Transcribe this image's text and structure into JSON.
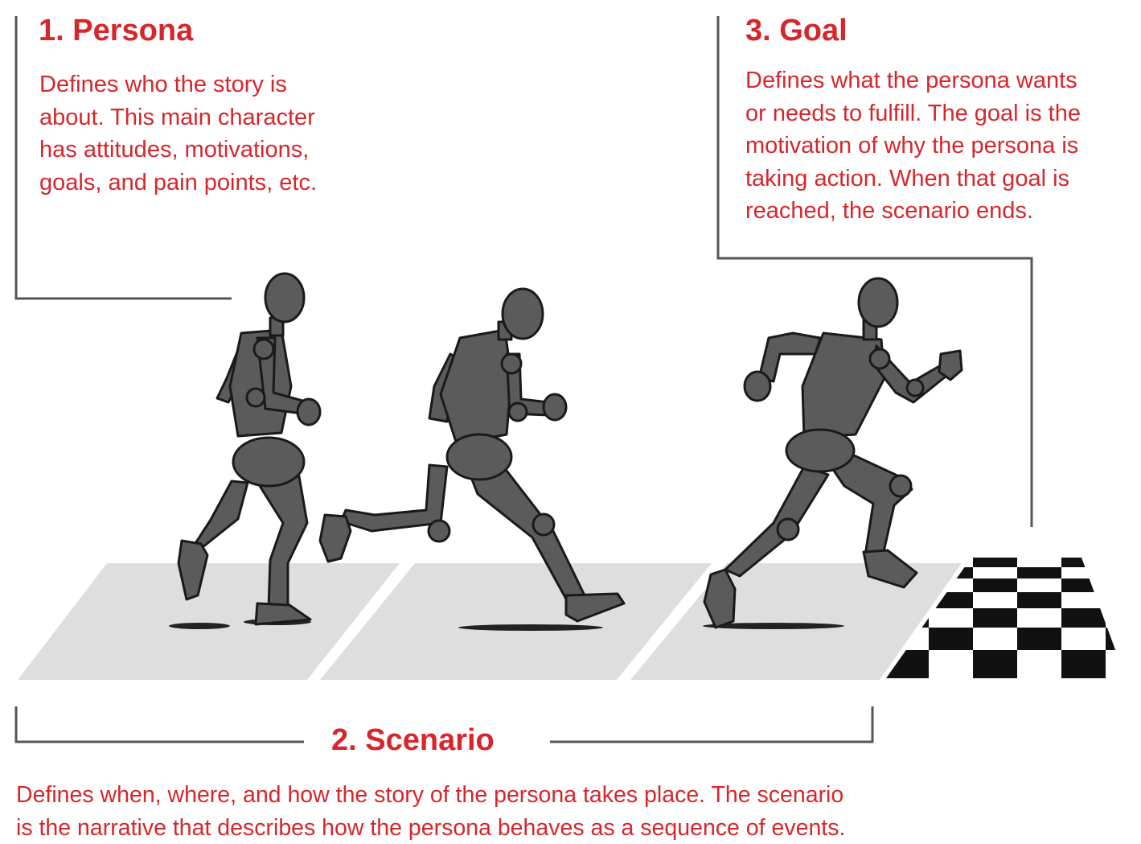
{
  "persona": {
    "heading": "1. Persona",
    "desc_lines": [
      "Defines who the story is",
      "about. This main character",
      "has attitudes, motivations,",
      "goals, and pain points, etc."
    ]
  },
  "goal": {
    "heading": "3. Goal",
    "desc_lines": [
      "Defines what the persona wants",
      "or needs to fulfill. The goal is the",
      "motivation of why the persona is",
      "taking action. When that goal is",
      "reached, the scenario ends."
    ]
  },
  "scenario": {
    "heading": "2. Scenario",
    "desc_lines": [
      "Defines when, where, and how the story of the persona takes place. The scenario",
      "is the narrative that describes how the persona behaves as a sequence of events."
    ]
  },
  "colors": {
    "accent": "#d7262b",
    "bracket": "#555555",
    "figure": "#5b5b5b",
    "floor_tile": "#dedede",
    "checker": "#111111"
  },
  "icons": [
    "running-figure-icon",
    "finish-line-icon"
  ]
}
